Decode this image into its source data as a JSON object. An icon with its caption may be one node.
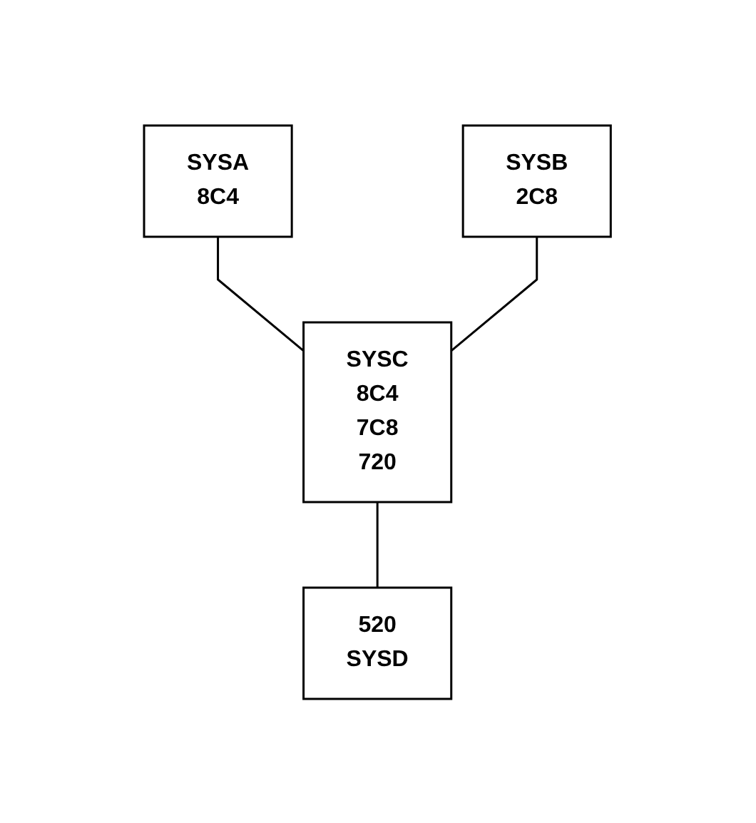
{
  "diagram": {
    "nodes": [
      {
        "text": [
          "SYSA",
          "8C4"
        ]
      },
      {
        "text": [
          "SYSB",
          "2C8"
        ]
      },
      {
        "text": [
          "SYSC",
          "8C4",
          "7C8",
          "720"
        ]
      },
      {
        "text": [
          "520",
          "SYSD"
        ]
      }
    ],
    "edges": [
      {
        "from": 0,
        "to": 2,
        "arrow": "none"
      },
      {
        "from": 1,
        "to": 2,
        "arrow": "none"
      },
      {
        "from": 2,
        "to": 3,
        "arrow": "none"
      }
    ]
  }
}
